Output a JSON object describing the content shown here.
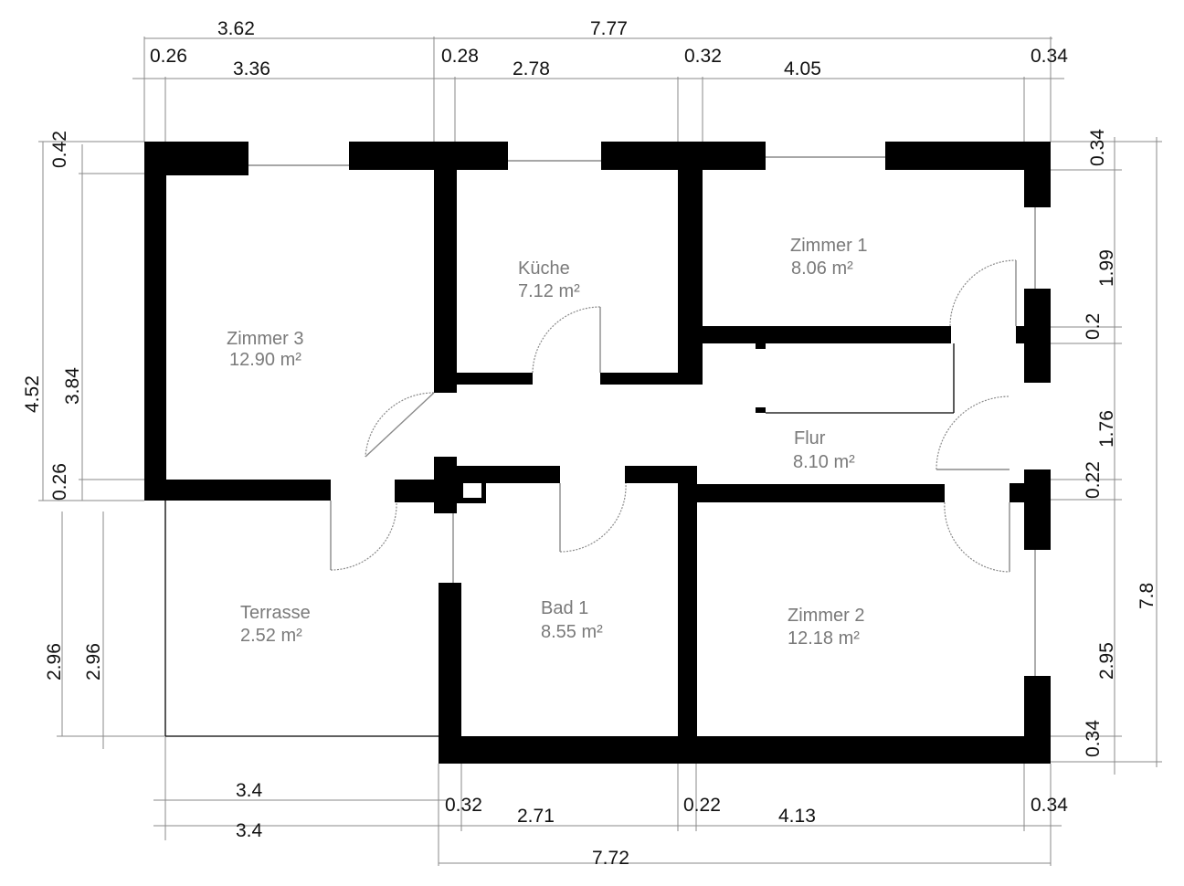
{
  "rooms": {
    "zimmer3": {
      "name": "Zimmer 3",
      "area": "12.90 m²"
    },
    "kueche": {
      "name": "Küche",
      "area": "7.12 m²"
    },
    "zimmer1": {
      "name": "Zimmer 1",
      "area": "8.06 m²"
    },
    "flur": {
      "name": "Flur",
      "area": "8.10 m²"
    },
    "terrasse": {
      "name": "Terrasse",
      "area": "2.52 m²"
    },
    "bad1": {
      "name": "Bad 1",
      "area": "8.55 m²"
    },
    "zimmer2": {
      "name": "Zimmer 2",
      "area": "12.18 m²"
    }
  },
  "dimensions": {
    "top_overall": [
      "3.62",
      "7.77"
    ],
    "top_detail": [
      "0.26",
      "3.36",
      "0.28",
      "2.78",
      "0.32",
      "4.05",
      "0.34"
    ],
    "bottom_detail": [
      "3.4",
      "0.32",
      "2.71",
      "0.22",
      "4.13",
      "0.34"
    ],
    "bottom_overall": [
      "3.4",
      "7.72"
    ],
    "left_outer": [
      "0.42",
      "4.52",
      "0.26",
      "2.96"
    ],
    "left_inner": [
      "3.84",
      "2.96"
    ],
    "right_detail": [
      "0.34",
      "1.99",
      "0.2",
      "1.76",
      "0.22",
      "2.95",
      "0.34"
    ],
    "right_overall": [
      "7.8"
    ]
  }
}
